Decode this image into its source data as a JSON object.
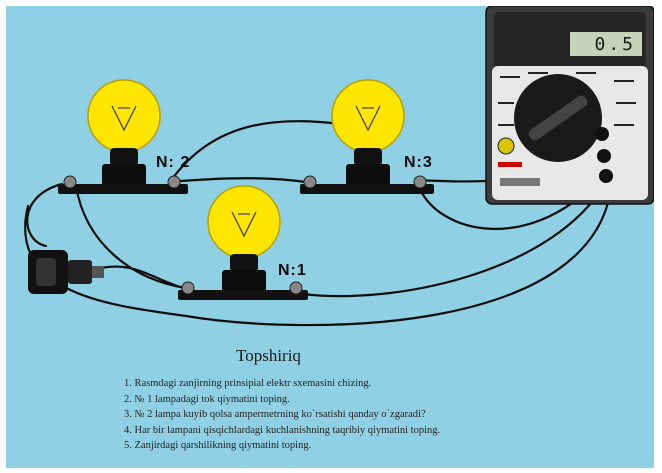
{
  "labels": {
    "lamp1": "N:1",
    "lamp2": "N: 2",
    "lamp3": "N:3"
  },
  "meter": {
    "display": "0.5"
  },
  "task": {
    "title": "Topshiriq",
    "items": [
      "1.  Rasmdagi zanjirning prinsipial elektr sxemasini chizing.",
      "2.  № 1 lampadagi tok qiymatini toping.",
      "3.  № 2 lampa kuyib qolsa ampermetrning ko`rsatishi qanday o`zgaradi?",
      "4.  Har bir lampani qisqichlardagi kuchlanishning taqribiy qiymatini toping.",
      "5.  Zanjirdagi qarshilikning qiymatini toping."
    ]
  },
  "colors": {
    "background": "#8fd0e4",
    "bulb": "#ffe600",
    "wire": "#0d0d0d",
    "meter_body": "#3b3b3b",
    "meter_face": "#e8e8e8"
  },
  "icons": [
    "light-bulb-icon",
    "multimeter-icon",
    "power-plug-icon"
  ]
}
